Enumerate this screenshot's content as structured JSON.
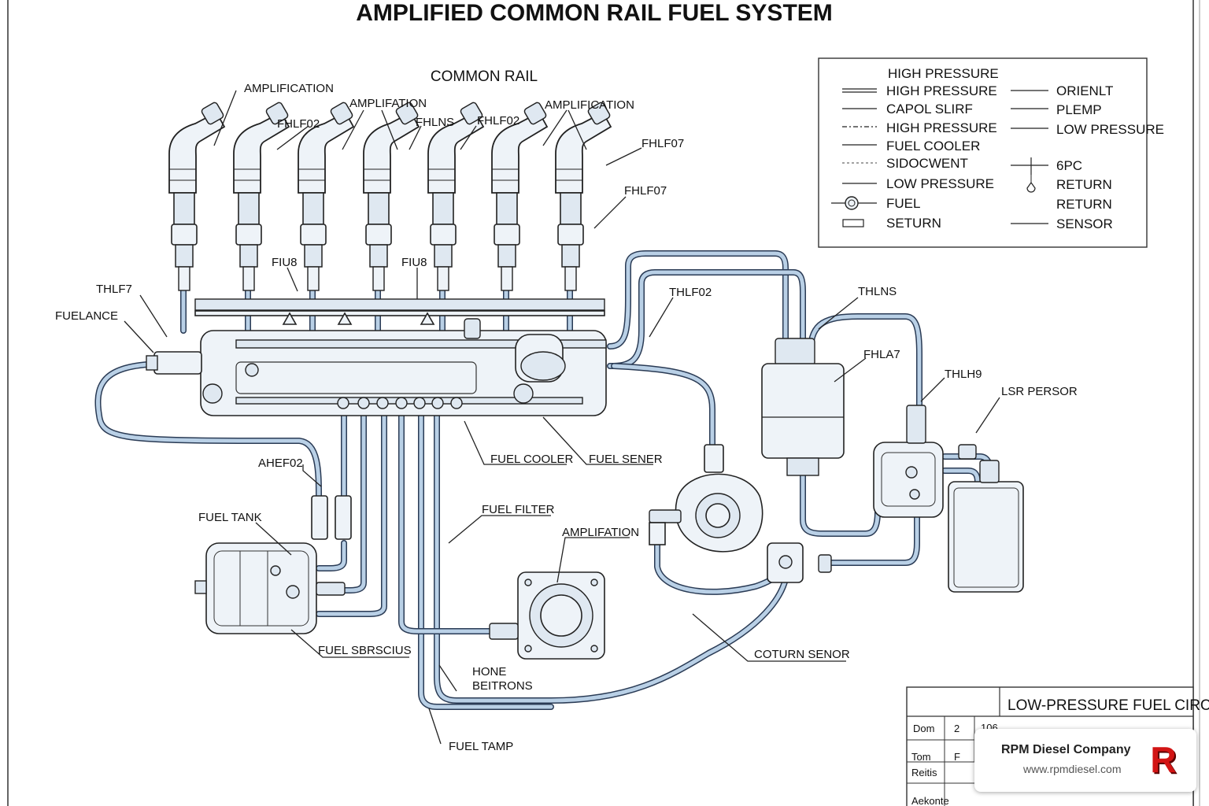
{
  "title": "AMPLIFIED COMMON RAIL FUEL SYSTEM",
  "labels": {
    "common_rail": "COMMON RAIL",
    "amp_left": "AMPLIFICATION",
    "amp_mid": "AMPLIFATION",
    "amp_right": "AMPLIFICATION",
    "fhlf02_a": "FHLF02",
    "fhlns_a": "FHLNS",
    "fhlf02_b": "FHLF02",
    "fhlf07_a": "FHLF07",
    "fhlf07_b": "FHLF07",
    "fiu8_a": "FIU8",
    "fiu8_b": "FIU8",
    "thlf7": "THLF7",
    "fuelance": "FUELANCE",
    "thlf02": "THLF02",
    "thlns": "THLNS",
    "fhla7": "FHLA7",
    "thlh9": "THLH9",
    "lsr_persor": "LSR PERSOR",
    "fuel_cooler": "FUEL COOLER",
    "fuel_sener": "FUEL SENER",
    "ahef02": "AHEF02",
    "fuel_tank": "FUEL TANK",
    "fuel_filter": "FUEL FILTER",
    "amplifation_2": "AMPLIFATION",
    "fuel_sbrscius": "FUEL SBRSCIUS",
    "coturn_senor": "COTURN SENOR",
    "hone": "HONE",
    "beitrons": "BEITRONS",
    "fuel_tamp": "FUEL TAMP"
  },
  "legend": {
    "heading": "HIGH PRESSURE",
    "left": [
      "HIGH PRESSURE",
      "CAPOL SLIRF",
      "HIGH PRESSURE",
      "FUEL COOLER",
      "SIDOCWENT",
      "LOW PRESSURE",
      "FUEL",
      "SETURN"
    ],
    "right": [
      "ORIENLT",
      "PLEMP",
      "LOW PRESSURE",
      "6PC",
      "RETURN",
      "RETURN",
      "SENSOR"
    ]
  },
  "title_block": {
    "heading": "LOW-PRESSURE FUEL CIRCUIT",
    "r1c1": "Dom",
    "r1c2": "2",
    "r1c3": "106",
    "r2c1": "Tom",
    "r2c2": "F",
    "r3c1": "Reitis",
    "r4c1": "Aekonte"
  },
  "brand": {
    "name": "RPM Diesel Company",
    "url": "www.rpmdiesel.com",
    "logo_letter": "R",
    "logo_color": "#d21414"
  },
  "colors": {
    "pipe_fill": "#b9d0e6",
    "pipe_outline": "#2a3b55"
  }
}
